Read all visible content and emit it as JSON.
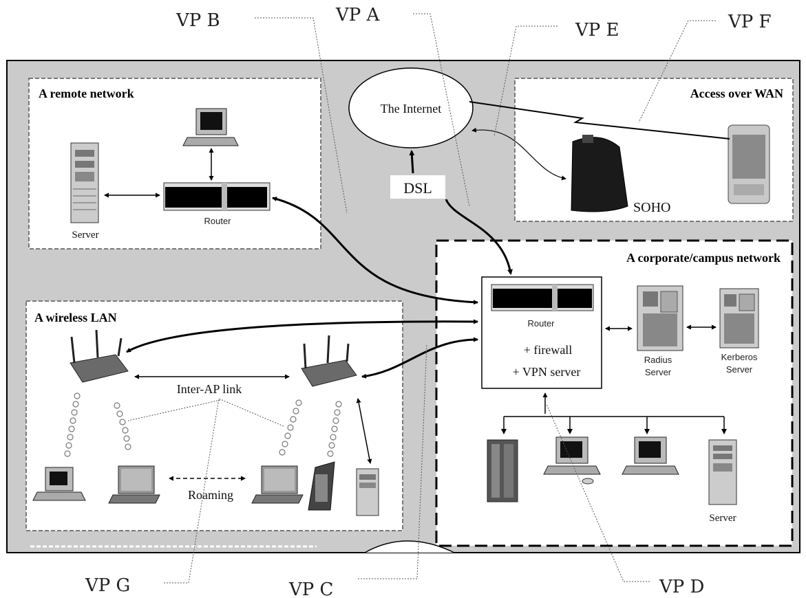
{
  "vp_labels": {
    "a": "VP A",
    "b": "VP B",
    "c": "VP C",
    "d": "VP D",
    "e": "VP E",
    "f": "VP F",
    "g": "VP G"
  },
  "regions": {
    "remote": "A remote network",
    "wan": "Access over WAN",
    "corporate": "A corporate/campus network",
    "wireless": "A wireless LAN"
  },
  "internet": "The Internet",
  "dsl": "DSL",
  "soho": "SOHO",
  "remote_network": {
    "router": "Router",
    "server": "Server"
  },
  "corporate_network": {
    "router": "Router",
    "firewall": "+ firewall",
    "vpn": "+ VPN server",
    "radius": [
      "Radius",
      "Server"
    ],
    "kerberos": [
      "Kerberos",
      "Server"
    ],
    "server": "Server"
  },
  "wireless_lan": {
    "inter_ap": "Inter-AP link",
    "roaming": "Roaming"
  },
  "colors": {
    "background": "#cbcbcb",
    "frame": "#000000",
    "panel": "#ffffff"
  }
}
